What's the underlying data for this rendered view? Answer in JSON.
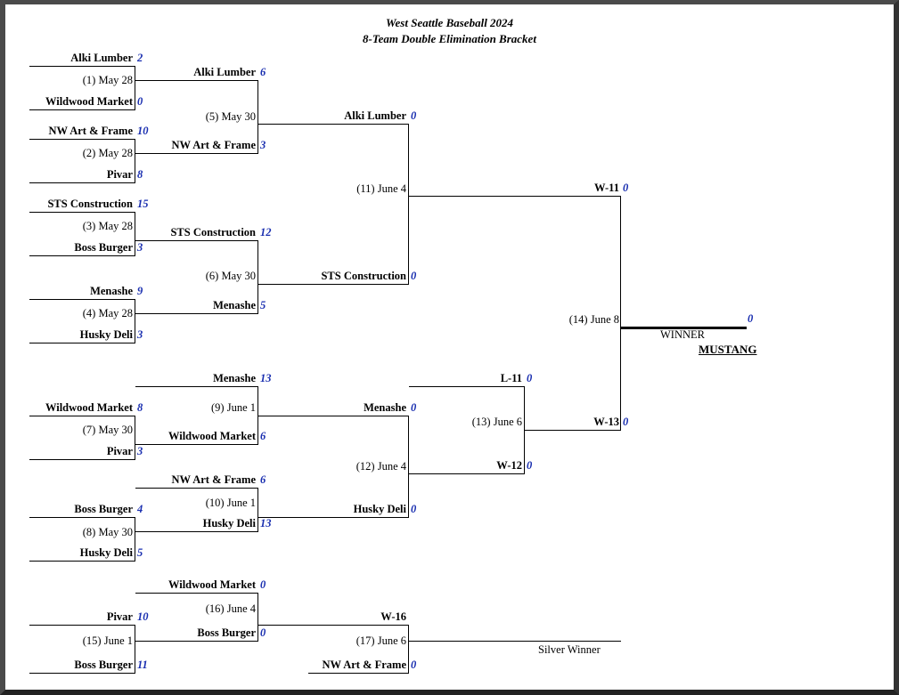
{
  "title": {
    "line1": "West Seattle Baseball 2024",
    "line2": "8-Team Double Elimination Bracket"
  },
  "entries": [
    {
      "team": "Alki Lumber",
      "score": "2"
    },
    {
      "team": "Wildwood Market",
      "score": "0"
    },
    {
      "team": "NW Art & Frame",
      "score": "10"
    },
    {
      "team": "Pivar",
      "score": "8"
    },
    {
      "team": "STS Construction",
      "score": "15"
    },
    {
      "team": "Boss Burger",
      "score": "3"
    },
    {
      "team": "Menashe",
      "score": "9"
    },
    {
      "team": "Husky Deli",
      "score": "3"
    },
    {
      "team": "Alki Lumber",
      "score": "6"
    },
    {
      "team": "NW Art & Frame",
      "score": "3"
    },
    {
      "team": "STS Construction",
      "score": "12"
    },
    {
      "team": "Menashe",
      "score": "5"
    },
    {
      "team": "Alki Lumber",
      "score": "0"
    },
    {
      "team": "STS Construction",
      "score": "0"
    },
    {
      "team": "W-11",
      "score": "0"
    },
    {
      "team": "W-13",
      "score": "0"
    },
    {
      "team": "Menashe",
      "score": "13"
    },
    {
      "team": "Wildwood Market",
      "score": "8"
    },
    {
      "team": "Wildwood Market",
      "score": "6"
    },
    {
      "team": "Pivar",
      "score": "3"
    },
    {
      "team": "NW Art & Frame",
      "score": "6"
    },
    {
      "team": "Boss Burger",
      "score": "4"
    },
    {
      "team": "Husky Deli",
      "score": "13"
    },
    {
      "team": "Husky Deli",
      "score": "5"
    },
    {
      "team": "Menashe",
      "score": "0"
    },
    {
      "team": "Husky Deli",
      "score": "0"
    },
    {
      "team": "L-11",
      "score": "0"
    },
    {
      "team": "W-12",
      "score": "0"
    },
    {
      "team": "Wildwood Market",
      "score": "0"
    },
    {
      "team": "Pivar",
      "score": "10"
    },
    {
      "team": "Boss Burger",
      "score": "0"
    },
    {
      "team": "Boss Burger",
      "score": "11"
    },
    {
      "team": "W-16",
      "score": ""
    },
    {
      "team": "NW Art & Frame",
      "score": "0"
    }
  ],
  "games": [
    "(1) May 28",
    "(2) May 28",
    "(3) May 28",
    "(4) May 28",
    "(5) May 30",
    "(6) May 30",
    "(11) June 4",
    "(14) June 8",
    "(9) June 1",
    "(7) May 30",
    "(12) June 4",
    "(13) June 6",
    "(10) June 1",
    "(8) May 30",
    "(16) June 4",
    "(15) June 1",
    "(17) June 6"
  ],
  "final": {
    "score": "0",
    "winner_label": "WINNER",
    "champion": "MUSTANG",
    "silver_label": "Silver Winner"
  }
}
